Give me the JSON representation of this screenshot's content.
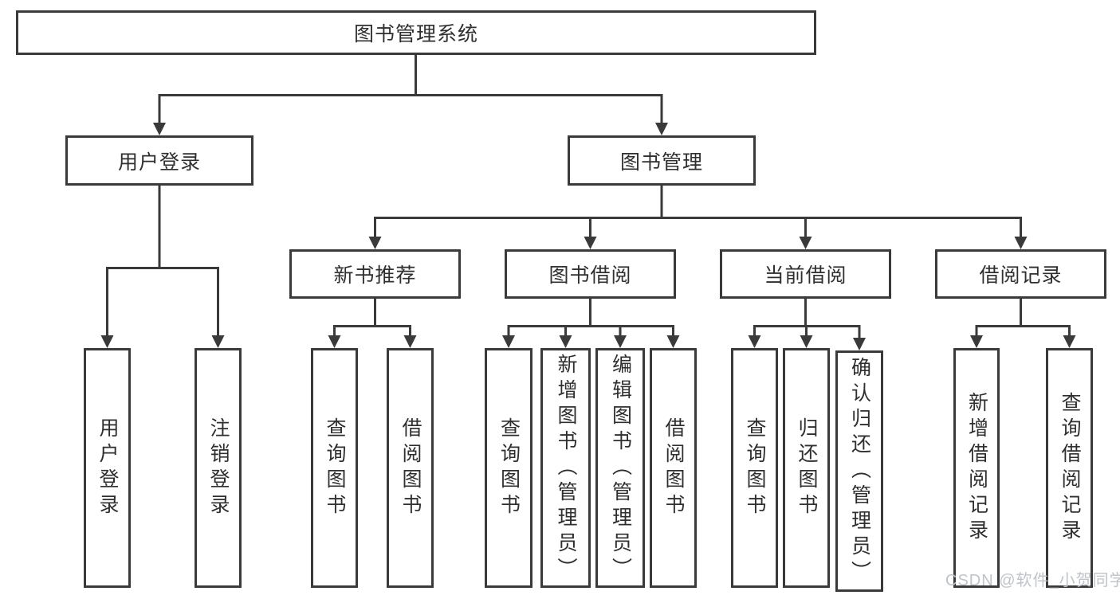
{
  "diagram": {
    "root": {
      "label": "图书管理系统"
    },
    "branches": [
      {
        "label": "用户登录",
        "children": [
          {
            "label": "用户登录"
          },
          {
            "label": "注销登录"
          }
        ]
      },
      {
        "label": "图书管理",
        "children": [
          {
            "label": "新书推荐",
            "children": [
              {
                "label": "查询图书"
              },
              {
                "label": "借阅图书"
              }
            ]
          },
          {
            "label": "图书借阅",
            "children": [
              {
                "label": "查询图书"
              },
              {
                "label": "新增图书（管理员）"
              },
              {
                "label": "编辑图书（管理员）"
              },
              {
                "label": "借阅图书"
              }
            ]
          },
          {
            "label": "当前借阅",
            "children": [
              {
                "label": "查询图书"
              },
              {
                "label": "归还图书"
              },
              {
                "label": "确认归还（管理员）"
              }
            ]
          },
          {
            "label": "借阅记录",
            "children": [
              {
                "label": "新增借阅记录"
              },
              {
                "label": "查询借阅记录"
              }
            ]
          }
        ]
      }
    ]
  },
  "watermark": {
    "text": "CSDN @软件_小贺同学"
  },
  "colors": {
    "line": "#3a3a3a",
    "box_border": "#3a3a3a",
    "text": "#2f2f2f",
    "background": "#ffffff",
    "watermark": "#bcc1c7"
  }
}
